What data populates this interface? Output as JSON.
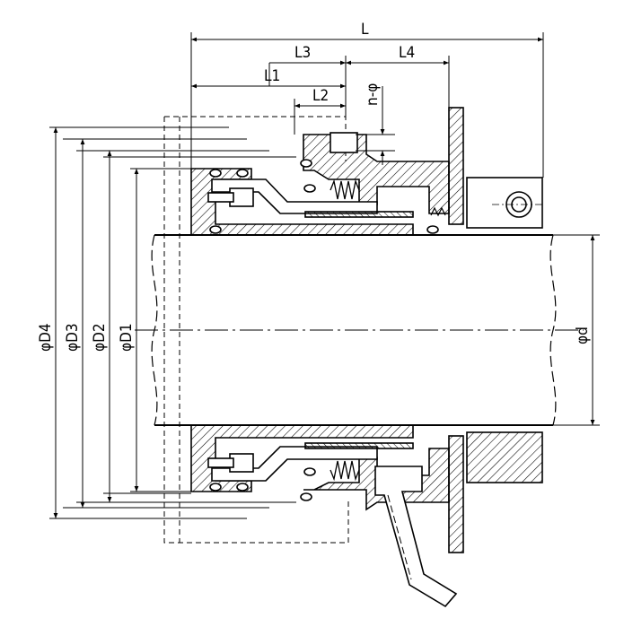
{
  "labels": {
    "L": "L",
    "L1": "L1",
    "L2": "L2",
    "L3": "L3",
    "L4": "L4",
    "n_phi": "n-φ",
    "phi_D4": "φD4",
    "phi_D3": "φD3",
    "phi_D2": "φD2",
    "phi_D1": "φD1",
    "phi_d": "φd"
  },
  "colors": {
    "line": "#000000",
    "background": "#ffffff"
  }
}
